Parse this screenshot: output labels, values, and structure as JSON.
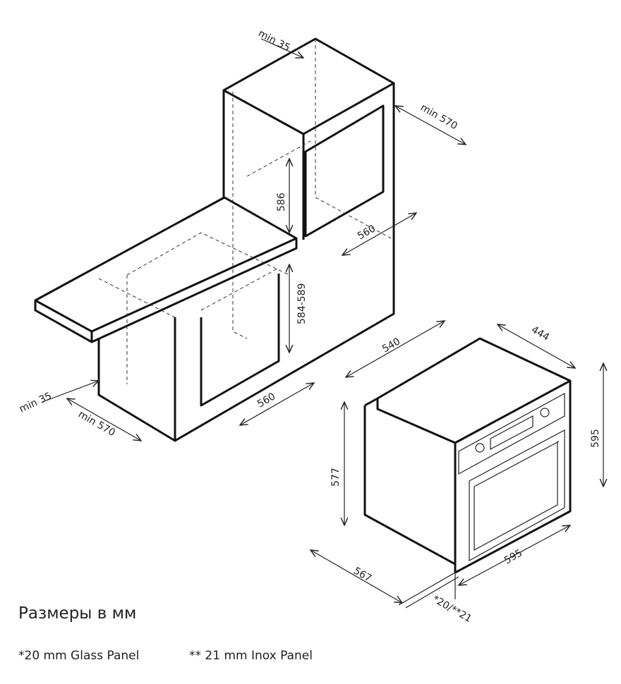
{
  "dimensions": {
    "niche_top_min_gap": "min 35",
    "niche_top_min_depth": "min 570",
    "tall_niche_height": "586",
    "tall_niche_width": "560",
    "under_niche_height": "584-589",
    "under_niche_width": "560",
    "under_min_gap": "min 35",
    "under_min_depth": "min 570",
    "oven_depth_top": "540",
    "oven_side_top": "444",
    "oven_front_height": "595",
    "oven_body_height": "577",
    "oven_front_width": "595",
    "oven_body_depth": "567",
    "panel_thickness": "*20/**21"
  },
  "footer": {
    "title": "Размеры в мм",
    "note_glass": "*20 mm Glass Panel",
    "note_inox": "** 21 mm Inox Panel"
  }
}
